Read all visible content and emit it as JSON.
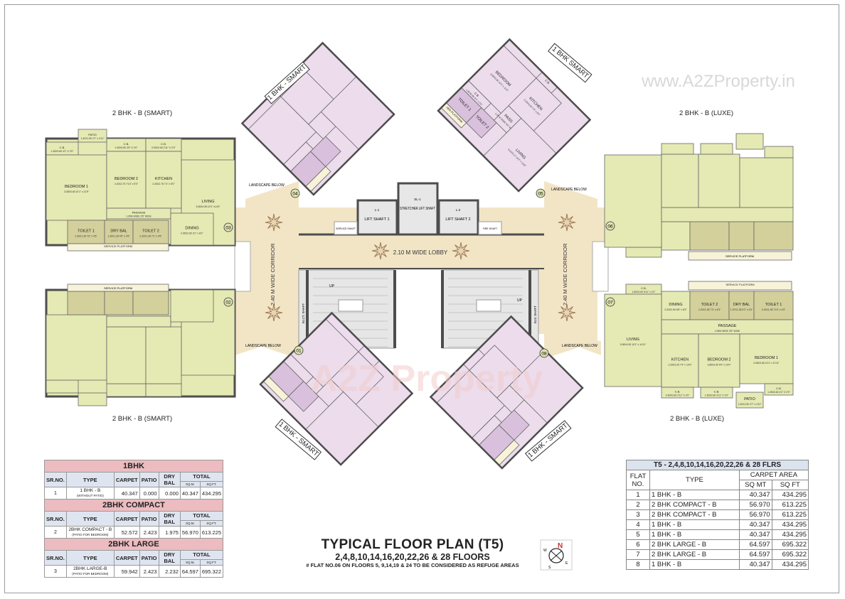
{
  "watermark": {
    "top": "www.A2ZProperty.in",
    "center": "A2Z Property"
  },
  "unit_type_labels": {
    "top_left_2bhk": "2 BHK - B (SMART)",
    "bottom_left_2bhk": "2 BHK - B (SMART)",
    "top_right_2bhk": "2 BHK - B (LUXE)",
    "bottom_right_2bhk": "2 BHK - B (LUXE)",
    "top_left_1bhk": "1 BHK - SMART",
    "top_right_1bhk": "1 BHK SMART",
    "bottom_left_1bhk": "1 BHK - SMART",
    "bottom_right_1bhk": "1 BHK - SMART"
  },
  "flat_numbers": [
    "01",
    "02",
    "03",
    "04",
    "05",
    "06",
    "07",
    "08"
  ],
  "units": {
    "u03": {
      "rooms": [
        {
          "name": "PATIO",
          "dims": "1.40X1.50 4'7\" x 4'11\""
        },
        {
          "name": "C.B.",
          "dims": "1.28X0.60 4'2\" X 2'0\""
        },
        {
          "name": "BEDROOM 1",
          "dims": "3.08X3.60 10'1\" x 11'9\""
        },
        {
          "name": "C.B.",
          "dims": "1.05X0.60 3'5\" X 2'0\""
        },
        {
          "name": "BEDROOM 2",
          "dims": "2.40X2.75 7'10\" x 9'0\""
        },
        {
          "name": "C.B.",
          "dims": "0.90X0.60 2'11\" X 2'0\""
        },
        {
          "name": "KITCHEN",
          "dims": "2.25X2.75 7'4\" x 9'0\""
        },
        {
          "name": "LIVING",
          "dims": "3.08X4.35 10'1\" x14'3\""
        },
        {
          "name": "PASSAGE",
          "dims": "1.05M WIDE 3'5\" WIDE"
        },
        {
          "name": "DINING",
          "dims": "0.95X2.50 3'1\" x 8'2\""
        },
        {
          "name": "TOILET 1",
          "dims": "2.30X1.35 7'6\" x 4'5\""
        },
        {
          "name": "DRY BAL",
          "dims": "1.35X1.35 4'5\" x 4'5\""
        },
        {
          "name": "TOILET 2",
          "dims": "2.20X1.35 7'2\" x 4'5\""
        },
        {
          "name": "SERVICE PLATFORM",
          "dims": ""
        }
      ]
    },
    "u07": {
      "rooms": [
        {
          "name": "SERVICE PLATFORM",
          "dims": ""
        },
        {
          "name": "C.B.",
          "dims": "1.80X0.60 5'11\" x 2'0\""
        },
        {
          "name": "DINING",
          "dims": "2.03X2.50 6'8\" x 8'3\""
        },
        {
          "name": "TOILET 2",
          "dims": "2.20X1.35 7'3\" x 4'5\""
        },
        {
          "name": "DRY BAL",
          "dims": "1.57X1.35 5'2\" x 4'5\""
        },
        {
          "name": "TOILET 1",
          "dims": "2.40X1.35 7'10\" x 4'5\""
        },
        {
          "name": "LIVING",
          "dims": "3.08X4.55 10'1\" x 14'11\""
        },
        {
          "name": "PASSAGE",
          "dims": "1.05M WIDE 3'5\" WIDE"
        },
        {
          "name": "KITCHEN",
          "dims": "2.25X3.05 7'4\" x 10'0\""
        },
        {
          "name": "BEDROOM 2",
          "dims": "2.85X3.05 9'4\" x 10'0\""
        },
        {
          "name": "BEDROOM 1",
          "dims": "3.08X3.65 10'1\" x 11'11\""
        },
        {
          "name": "C.B.",
          "dims": "0.90X0.60 2'11\" X 2'0\""
        },
        {
          "name": "C.B.",
          "dims": "1.50X0.60 4'11\" X 2'0\""
        },
        {
          "name": "PATIO",
          "dims": "1.40X1.50 4'7\" x 4'11\""
        },
        {
          "name": "C.B.",
          "dims": "1.28X0.60 4'2\" X 2'0\""
        }
      ]
    },
    "u1bhk": {
      "rooms": [
        {
          "name": "BEDROOM",
          "dims": "3.08X3.60 10'1\" x 11'9\""
        },
        {
          "name": "C.B.",
          "dims": "1.85X0.60 6'1\" x 2'0\""
        },
        {
          "name": "KITCHEN",
          "dims": "2.25X2.50 7'4\" x 8'2\""
        },
        {
          "name": "C.B.",
          "dims": ""
        },
        {
          "name": "TOILET 1",
          "dims": ""
        },
        {
          "name": "TOILET 2",
          "dims": ""
        },
        {
          "name": "PASS",
          "dims": "1.05 M WIDE 3'5\" WIDE"
        },
        {
          "name": "LIVING",
          "dims": "3.11X4.17 10'2\" x 13'8\""
        },
        {
          "name": "SER.PLATFORM",
          "dims": ""
        }
      ]
    }
  },
  "core": {
    "lift1": {
      "tag": "L-1",
      "name": "LIFT SHAFT 1"
    },
    "stretcher": {
      "tag": "SL-1",
      "name": "STRETCHER LIFT SHAFT"
    },
    "lift2": {
      "tag": "L-2",
      "name": "LIFT SHAFT 2"
    },
    "service_shaft": "SERVICE SHAFT",
    "fire_shaft": "FIRE SHAFT",
    "lobby": "2.10 M WIDE LOBBY",
    "corridor_left": "2.40 M WIDE CORRIDOR",
    "corridor_right": "2.40 M WIDE CORRIDOR",
    "elec_shaft_left": "ELCT. SHAFT",
    "elec_shaft_right": "ELV. SHAFT",
    "up": "UP",
    "landscape": "LANDSCAPE BELOW"
  },
  "left_tables": [
    {
      "section": "1BHK",
      "headers": [
        "SR.NO.",
        "TYPE",
        "CARPET",
        "PATIO",
        "DRY BAL",
        "TOTAL"
      ],
      "sub": [
        "SQ.M.",
        "SQ.FT."
      ],
      "row": {
        "sr": "1",
        "type": "1 BHK - B",
        "note": "(WITHOUT PATIO)",
        "carpet": "40.347",
        "patio": "0.000",
        "drybal": "0.000",
        "sqm": "40.347",
        "sqft": "434.295"
      }
    },
    {
      "section": "2BHK COMPACT",
      "headers": [
        "SR.NO.",
        "TYPE",
        "CARPET",
        "PATIO",
        "DRY BAL",
        "TOTAL"
      ],
      "sub": [
        "SQ.M.",
        "SQ.FT."
      ],
      "row": {
        "sr": "2",
        "type": "2BHK COMPACT - B",
        "note": "(PATIO FOR BEDROOM)",
        "carpet": "52.572",
        "patio": "2.423",
        "drybal": "1.975",
        "sqm": "56.970",
        "sqft": "613.225"
      }
    },
    {
      "section": "2BHK LARGE",
      "headers": [
        "SR.NO.",
        "TYPE",
        "CARPET",
        "PATIO",
        "DRY BAL",
        "TOTAL"
      ],
      "sub": [
        "SQ.M.",
        "SQ.FT."
      ],
      "row": {
        "sr": "3",
        "type": "2BHK LARGE-B",
        "note": "(PATIO FOR BEDROOM)",
        "carpet": "59.942",
        "patio": "2.423",
        "drybal": "2.232",
        "sqm": "64.597",
        "sqft": "695.322"
      }
    }
  ],
  "right_table": {
    "title": "T5 - 2,4,8,10,14,16,20,22,26 & 28 FLRS",
    "headers": {
      "flat": "FLAT NO.",
      "type": "TYPE",
      "carpet": "CARPET AREA",
      "sqmt": "SQ MT",
      "sqft": "SQ FT"
    },
    "rows": [
      {
        "no": "1",
        "type": "1 BHK - B",
        "sqmt": "40.347",
        "sqft": "434.295"
      },
      {
        "no": "2",
        "type": "2 BHK COMPACT - B",
        "sqmt": "56.970",
        "sqft": "613.225"
      },
      {
        "no": "3",
        "type": "2 BHK COMPACT - B",
        "sqmt": "56.970",
        "sqft": "613.225"
      },
      {
        "no": "4",
        "type": "1 BHK - B",
        "sqmt": "40.347",
        "sqft": "434.295"
      },
      {
        "no": "5",
        "type": "1 BHK - B",
        "sqmt": "40.347",
        "sqft": "434.295"
      },
      {
        "no": "6",
        "type": "2 BHK LARGE - B",
        "sqmt": "64.597",
        "sqft": "695.322"
      },
      {
        "no": "7",
        "type": "2 BHK LARGE - B",
        "sqmt": "64.597",
        "sqft": "695.322"
      },
      {
        "no": "8",
        "type": "1 BHK - B",
        "sqmt": "40.347",
        "sqft": "434.295"
      }
    ]
  },
  "title": {
    "main": "TYPICAL FLOOR PLAN (T5)",
    "floors": "2,4,8,10,14,16,20,22,26 & 28 FLOORS",
    "note": "# FLAT NO.06 ON FLOORS 5, 9,14,19 & 24 TO BE CONSIDERED AS REFUGE AREAS"
  },
  "compass": {
    "n": "N",
    "e": "E",
    "s": "S",
    "w": "W",
    "north_color": "#d0302a"
  },
  "colors": {
    "corridor": "#f2e5c6",
    "unit_2bhk": "#e5e9b3",
    "unit_1bhk": "#ecdcec",
    "wall": "#4d4d4d",
    "core": "#e7e7e7",
    "star": "#9c7a55"
  }
}
